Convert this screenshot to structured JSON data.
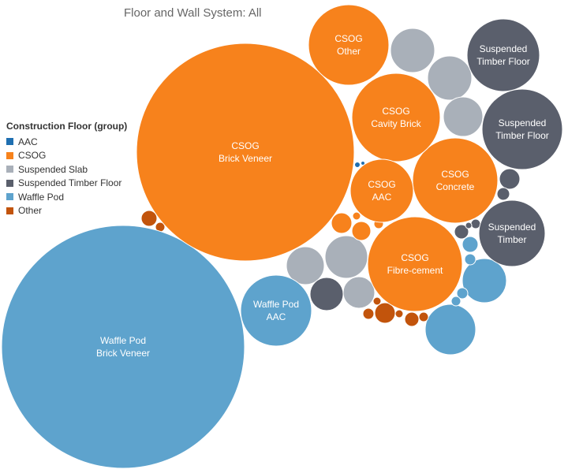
{
  "chart_data": {
    "type": "packed-bubble",
    "title": "Floor and Wall System: All",
    "legend": {
      "title": "Construction Floor (group)",
      "placement": "left",
      "items": [
        {
          "name": "AAC",
          "color": "#1f6fb1"
        },
        {
          "name": "CSOG",
          "color": "#f7821c"
        },
        {
          "name": "Suspended Slab",
          "color": "#a9b0b9"
        },
        {
          "name": "Suspended Timber Floor",
          "color": "#5a5f6c"
        },
        {
          "name": "Waffle Pod",
          "color": "#5ea3cd"
        },
        {
          "name": "Other",
          "color": "#c2540c"
        }
      ]
    },
    "bubbles": [
      {
        "group": "Waffle Pod",
        "lines": [
          "Waffle Pod",
          "Brick Veneer"
        ],
        "size": 100
      },
      {
        "group": "CSOG",
        "lines": [
          "CSOG",
          "Brick Veneer"
        ],
        "size": 79
      },
      {
        "group": "CSOG",
        "lines": [
          "CSOG",
          "Fibre-cement"
        ],
        "size": 14.7
      },
      {
        "group": "CSOG",
        "lines": [
          "CSOG",
          "Concrete"
        ],
        "size": 12.1
      },
      {
        "group": "CSOG",
        "lines": [
          "CSOG",
          "Cavity Brick"
        ],
        "size": 13.2
      },
      {
        "group": "CSOG",
        "lines": [
          "CSOG",
          "Other"
        ],
        "size": 11.1
      },
      {
        "group": "CSOG",
        "lines": [
          "CSOG",
          "AAC"
        ],
        "size": 5.8
      },
      {
        "group": "Waffle Pod",
        "lines": [
          "Waffle Pod",
          "AAC"
        ],
        "size": 8.6
      },
      {
        "group": "Suspended Timber Floor",
        "lines": [
          "Suspended",
          "Timber Floor"
        ],
        "size": 9.7
      },
      {
        "group": "Suspended Timber Floor",
        "lines": [
          "Suspended",
          "Timber Floor"
        ],
        "size": 11.1
      },
      {
        "group": "Suspended Timber Floor",
        "lines": [
          "Suspended",
          "Timber"
        ],
        "size": 7.8
      }
    ]
  }
}
